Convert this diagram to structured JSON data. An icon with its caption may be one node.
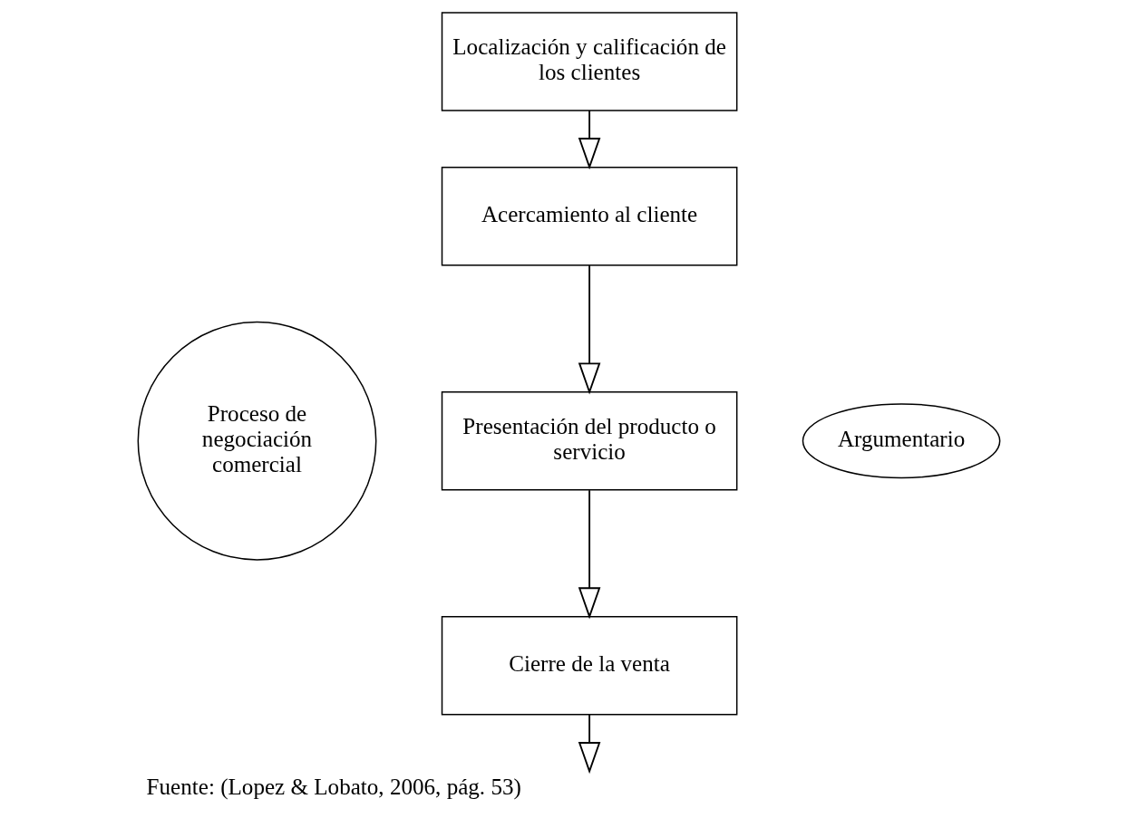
{
  "diagram": {
    "caption": "Fuente: (Lopez & Lobato, 2006, pág. 53)",
    "nodes": [
      {
        "text": [
          "Localización y calificación de los clientes"
        ]
      },
      {
        "text": [
          "Acercamiento al cliente"
        ]
      },
      {
        "text": [
          "Presentación del producto o servicio"
        ]
      },
      {
        "text": [
          "Cierre de la venta"
        ]
      },
      {
        "text": [
          "Proceso de negociación comercial"
        ]
      },
      {
        "text": [
          "Argumentario"
        ]
      }
    ],
    "edges": [
      {
        "from": 0,
        "to": 1,
        "arrow": "to"
      },
      {
        "from": 1,
        "to": 2,
        "arrow": "to"
      },
      {
        "from": 2,
        "to": 3,
        "arrow": "to"
      },
      {
        "from": 3,
        "to": null,
        "arrow": "to"
      }
    ]
  }
}
